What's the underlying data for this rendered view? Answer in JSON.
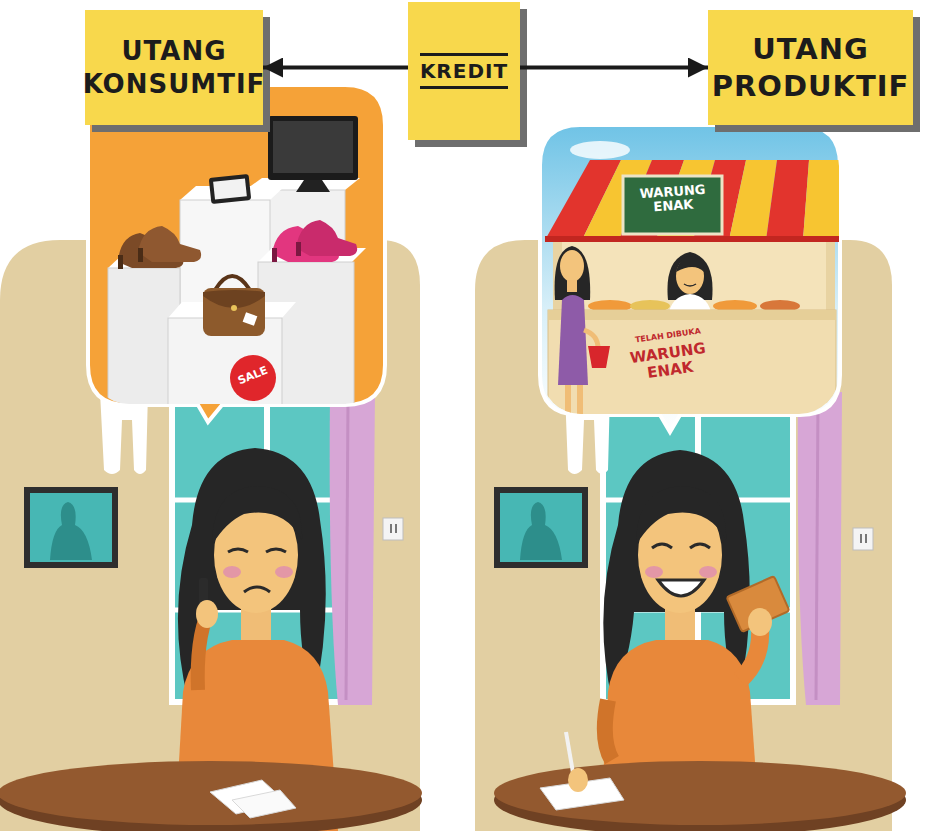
{
  "diagram": {
    "nodes": [
      {
        "text": [
          "UTANG KONSUMTIF"
        ]
      },
      {
        "text": [
          "KREDIT"
        ]
      },
      {
        "text": [
          "UTANG PRODUKTIF"
        ]
      }
    ],
    "edges": [
      {
        "from": 1,
        "to": 0,
        "arrow": "to"
      },
      {
        "from": 1,
        "to": 2,
        "arrow": "to"
      }
    ],
    "labels": [
      "SALE",
      "WARUNG ENAK",
      "TELAH DIBUKA",
      "WARUNG ENAK"
    ]
  }
}
